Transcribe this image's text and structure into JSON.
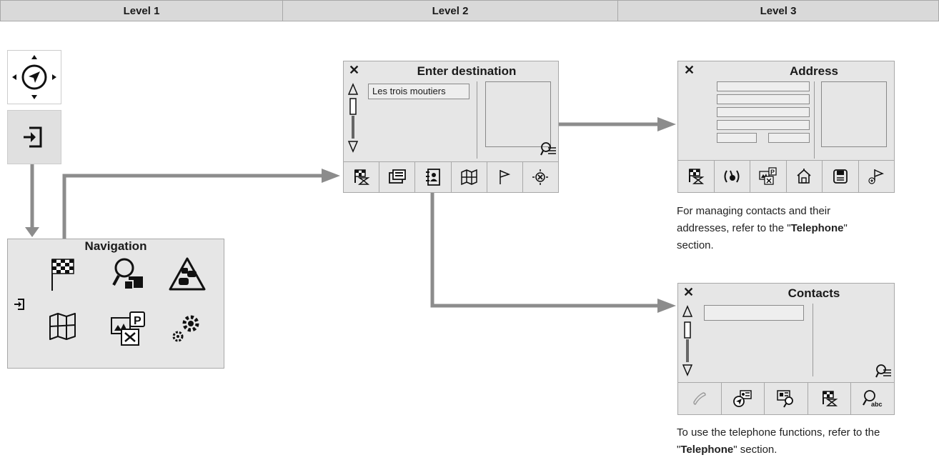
{
  "header": {
    "levels": [
      "Level 1",
      "Level 2",
      "Level 3"
    ]
  },
  "navigation": {
    "title": "Navigation",
    "icons": [
      "checkered-flag-icon",
      "search-map-icon",
      "traffic-info-icon",
      "map-icon",
      "poi-icon",
      "settings-icon"
    ]
  },
  "enter_destination": {
    "title": "Enter destination",
    "field_value": "Les trois moutiers",
    "toolbar": [
      "checkered-flag-icon",
      "address-card-icon",
      "contacts-icon",
      "map-touch-icon",
      "flag-icon",
      "gps-target-icon"
    ]
  },
  "address": {
    "title": "Address",
    "toolbar": [
      "checkered-flag-icon",
      "coordinates-icon",
      "poi-icon",
      "home-icon",
      "save-icon",
      "add-flag-icon"
    ],
    "note_parts": [
      "For managing contacts and their addresses, refer to the \"",
      "Telephone",
      "\" section."
    ]
  },
  "contacts": {
    "title": "Contacts",
    "toolbar": [
      "phone-icon",
      "contact-navigate-icon",
      "contact-search-icon",
      "checkered-flag-icon",
      "search-abc-icon"
    ],
    "note_parts": [
      "To use the telephone functions, refer to the \"",
      "Telephone",
      "\" section."
    ]
  },
  "colors": {
    "header_bg": "#d9d9d9",
    "panel_bg": "#e6e6e6",
    "arrow": "#8c8c8c"
  }
}
